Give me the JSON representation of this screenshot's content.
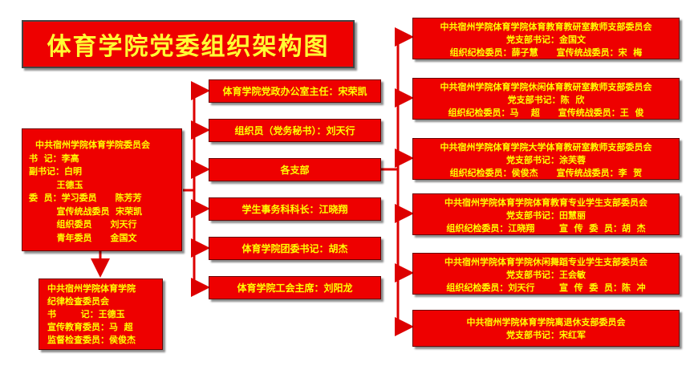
{
  "title": "体育学院党委组织架构图",
  "committee": {
    "lines": [
      "中共宿州学院体育学院委员会",
      "书  记：李高",
      "副书记：白明",
      "         王德玉",
      "委  员：学习委员      陈芳芳",
      "         宣传统战委员  宋荣凯",
      "         组织委员      刘天行",
      "         青年委员      金国文"
    ]
  },
  "discipline": {
    "lines": [
      "中共宿州学院体育学院",
      "纪律检查委员会",
      "书        记：王德玉",
      "宣传教育委员：马  超",
      "监督检查委员：侯俊杰"
    ]
  },
  "middle": [
    "体育学院党政办公室主任：宋荣凯",
    "组织员（党务秘书）：刘天行",
    "各支部",
    "学生事务科科长：江晓翔",
    "体育学院团委书记：胡杰",
    "体育学院工会主席：刘阳龙"
  ],
  "branches": [
    {
      "name": "中共宿州学院体育学院体育教育教研室教师支部委员会",
      "secretary": "党支部书记：金国文",
      "members": "组织纪检委员：薛子慧      宣传统战委员：宋  梅"
    },
    {
      "name": "中共宿州学院体育学院休闲体育教研室教师支部委员会",
      "secretary": "党支部书记：陈  欣",
      "members": "组织纪检委员：马    超      宣传统战委员：王  俊"
    },
    {
      "name": "中共宿州学院体育学院大学体育教研室教师支部委员会",
      "secretary": "党支部书记：涂芙蓉",
      "members": "组织纪检委员：侯俊杰      宣传统战委员：李  贺"
    },
    {
      "name": "中共宿州学院体育学院体育教育专业学生支部委员会",
      "secretary": "党支部书记：田慧丽",
      "members": "组织纪检委员：江晓翔        宣  传  委  员：胡  杰"
    },
    {
      "name": "中共宿州学院体育学院休闲舞蹈专业学生支部委员会",
      "secretary": "党支部书记：王会敏",
      "members": "组织纪检委员：刘天行        宣  传  委  员：陈  冲"
    },
    {
      "name": "中共宿州学院体育学院离退休支部委员会",
      "secretary": "党支部书记：宋红军",
      "members": ""
    }
  ],
  "colors": {
    "box": "#ee0000",
    "text": "#ffff00",
    "connector": "#dd0000"
  }
}
